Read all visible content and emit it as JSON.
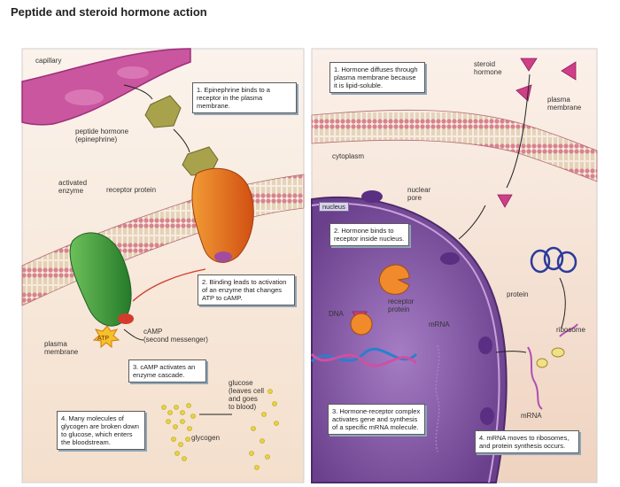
{
  "title": "Peptide and steroid hormone action",
  "left": {
    "capillary": "capillary",
    "peptide_hormone": "peptide hormone\n(epinephrine)",
    "activated_enzyme": "activated\nenzyme",
    "receptor_protein": "receptor protein",
    "plasma_membrane": "plasma\nmembrane",
    "atp": "ATP",
    "camp": "cAMP\n(second messenger)",
    "glucose": "glucose\n(leaves cell\nand goes\nto blood)",
    "glycogen": "glycogen",
    "step1": "1. Epinephrine binds to a receptor in the plasma membrane.",
    "step2": "2. Binding leads to activation of an enzyme that changes ATP to cAMP.",
    "step3": "3. cAMP activates an enzyme cascade.",
    "step4": "4. Many molecules of glycogen are broken down to glucose, which enters the bloodstream."
  },
  "right": {
    "steroid_hormone": "steroid\nhormone",
    "plasma_membrane": "plasma\nmembrane",
    "cytoplasm": "cytoplasm",
    "nucleus": "nucleus",
    "nuclear_pore": "nuclear\npore",
    "receptor_protein": "receptor\nprotein",
    "dna": "DNA",
    "mrna_inside": "mRNA",
    "protein": "protein",
    "ribosome": "ribosome",
    "mrna_outside": "mRNA",
    "step1": "1. Hormone diffuses through plasma membrane because it is lipid-soluble.",
    "step2": "2. Hormone binds to receptor inside nucleus.",
    "step3": "3. Hormone-receptor complex activates gene and synthesis of a specific mRNA molecule.",
    "step4": "4. mRNA moves to ribosomes, and protein synthesis occurs."
  },
  "colors": {
    "panel_left": "#f2d8c4",
    "panel_right": "#eed2c0",
    "membrane": "#d98a90",
    "nucleus": "#7c4f9c",
    "capillary": "#c94a9a",
    "receptor": "#e8701e",
    "enzyme": "#3f9a3c",
    "hormone_peptide": "#a8a04a",
    "hormone_steroid": "#cf3f87",
    "glucose": "#e8d43a"
  }
}
